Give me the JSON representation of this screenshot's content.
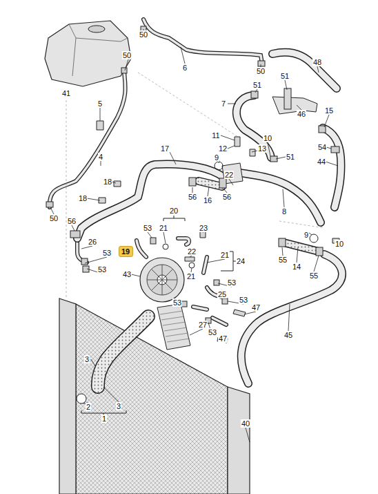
{
  "diagram": {
    "nodes": [
      {
        "text": [
          "19"
        ]
      }
    ],
    "labels": [
      "50",
      "50",
      "41",
      "6",
      "48",
      "50",
      "51",
      "51",
      "7",
      "46",
      "5",
      "15",
      "11",
      "10",
      "12",
      "13",
      "54",
      "17",
      "9",
      "51",
      "44",
      "4",
      "22",
      "18",
      "56",
      "16",
      "56",
      "18",
      "8",
      "50",
      "20",
      "56",
      "53",
      "21",
      "23",
      "9",
      "10",
      "26",
      "53",
      "22",
      "21",
      "24",
      "55",
      "14",
      "55",
      "53",
      "43",
      "21",
      "53",
      "25",
      "53",
      "53",
      "47",
      "27",
      "53",
      "47",
      "45",
      "3",
      "3",
      "2",
      "1",
      "40"
    ]
  }
}
